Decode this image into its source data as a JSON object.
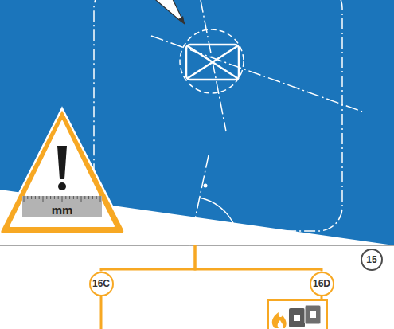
{
  "diagram": {
    "nodes": [
      {
        "text": [
          "15"
        ]
      },
      {
        "text": [
          "16C"
        ]
      },
      {
        "text": [
          "16D"
        ]
      }
    ],
    "edges": [
      {
        "from": 0,
        "to": 1,
        "arrow": "none"
      },
      {
        "from": 0,
        "to": 2,
        "arrow": "none"
      }
    ],
    "labels": [
      "mm"
    ]
  }
}
